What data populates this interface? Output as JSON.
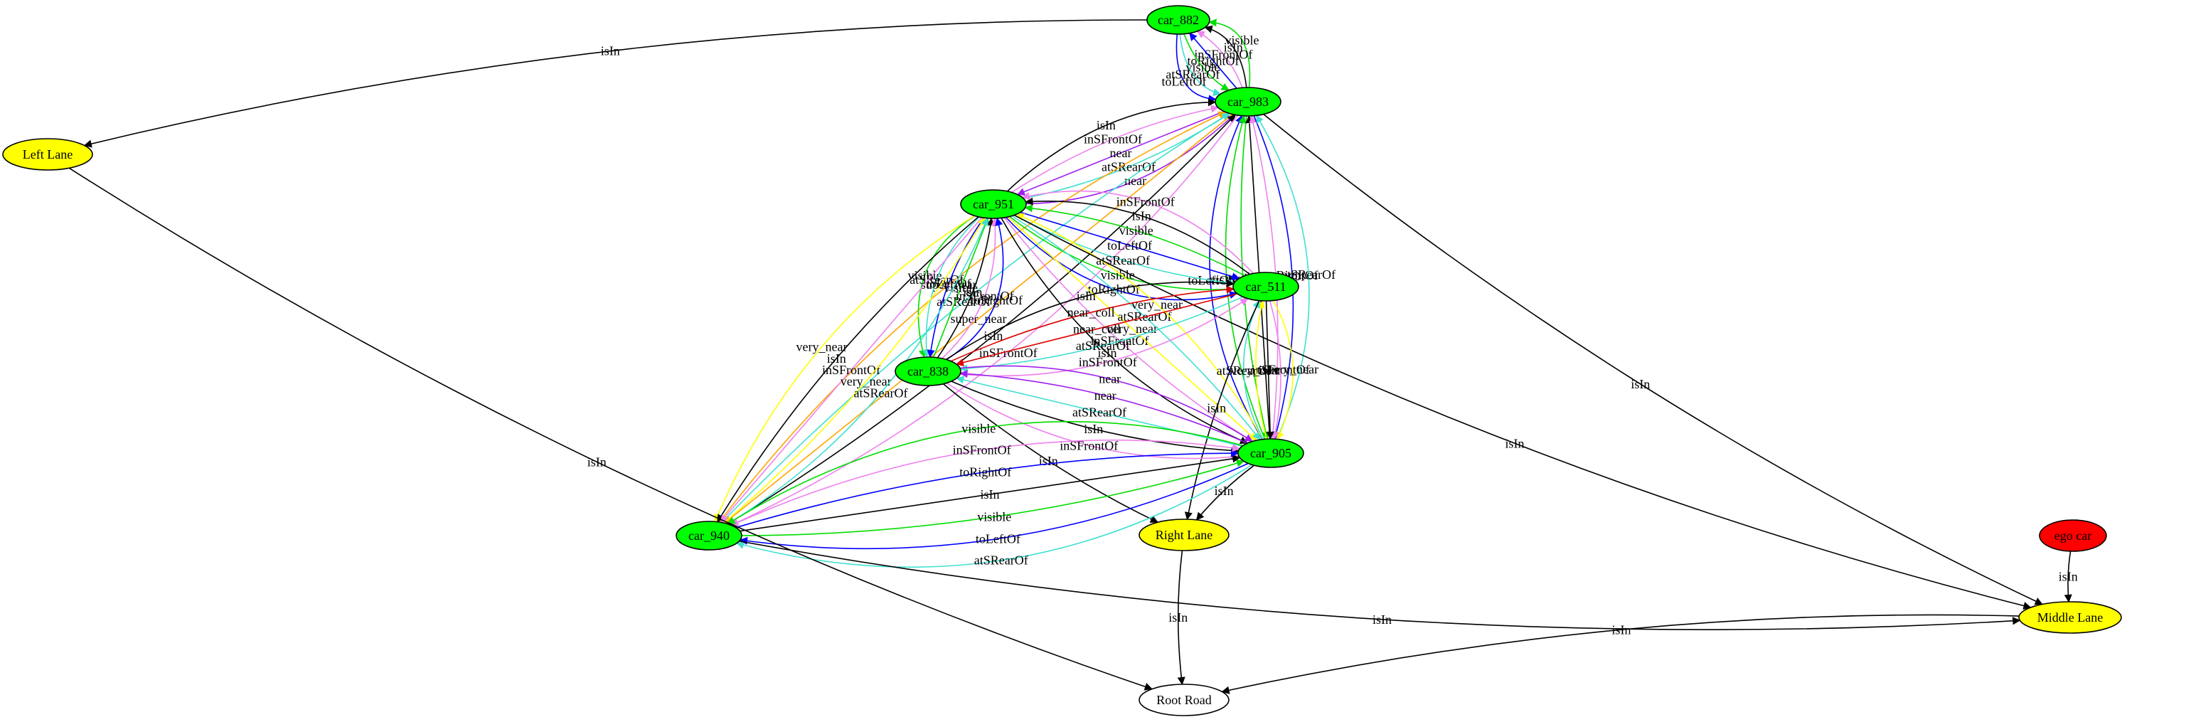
{
  "nodes": [
    {
      "id": "car_882",
      "label": "car_882",
      "fill": "#00ff00",
      "text": "#000000"
    },
    {
      "id": "car_983",
      "label": "car_983",
      "fill": "#00ff00",
      "text": "#000000"
    },
    {
      "id": "car_951",
      "label": "car_951",
      "fill": "#00ff00",
      "text": "#000000"
    },
    {
      "id": "car_511",
      "label": "car_511",
      "fill": "#00ff00",
      "text": "#000000"
    },
    {
      "id": "car_838",
      "label": "car_838",
      "fill": "#00ff00",
      "text": "#000000"
    },
    {
      "id": "car_905",
      "label": "car_905",
      "fill": "#00ff00",
      "text": "#000000"
    },
    {
      "id": "car_940",
      "label": "car_940",
      "fill": "#00ff00",
      "text": "#000000"
    },
    {
      "id": "left_lane",
      "label": "Left Lane",
      "fill": "#ffff00",
      "text": "#000000"
    },
    {
      "id": "right_lane",
      "label": "Right Lane",
      "fill": "#ffff00",
      "text": "#000000"
    },
    {
      "id": "middle_lane",
      "label": "Middle Lane",
      "fill": "#ffff00",
      "text": "#000000"
    },
    {
      "id": "ego_car",
      "label": "ego car",
      "fill": "#ff0000",
      "text": "#000000"
    },
    {
      "id": "root_road",
      "label": "Root Road",
      "fill": "#ffffff",
      "text": "#000000"
    }
  ],
  "edges": [
    {
      "from": "car_983",
      "to": "car_882",
      "label": "visible",
      "color": "#00dd00"
    },
    {
      "from": "car_983",
      "to": "car_882",
      "label": "isIn",
      "color": "#000000"
    },
    {
      "from": "car_983",
      "to": "car_882",
      "label": "inSFrontOf",
      "color": "#ee82ee"
    },
    {
      "from": "car_983",
      "to": "car_882",
      "label": "toRightOf",
      "color": "#0000ff"
    },
    {
      "from": "car_882",
      "to": "car_983",
      "label": "visible",
      "color": "#00dd00"
    },
    {
      "from": "car_882",
      "to": "car_983",
      "label": "atSRearOf",
      "color": "#40e0d0"
    },
    {
      "from": "car_882",
      "to": "car_983",
      "label": "toLeftOf",
      "color": "#0000ff"
    },
    {
      "from": "car_882",
      "to": "left_lane",
      "label": "isIn",
      "color": "#000000"
    },
    {
      "from": "car_951",
      "to": "car_983",
      "label": "isIn",
      "color": "#000000"
    },
    {
      "from": "car_951",
      "to": "car_983",
      "label": "inSFrontOf",
      "color": "#ee82ee"
    },
    {
      "from": "car_983",
      "to": "car_951",
      "label": "near",
      "color": "#a020f0"
    },
    {
      "from": "car_951",
      "to": "car_983",
      "label": "atSRearOf",
      "color": "#40e0d0"
    },
    {
      "from": "car_951",
      "to": "car_983",
      "label": "near",
      "color": "#a020f0"
    },
    {
      "from": "car_940",
      "to": "car_983",
      "label": "super_near",
      "color": "#ffa500"
    },
    {
      "from": "car_940",
      "to": "car_983",
      "label": "atSRearOf",
      "color": "#40e0d0"
    },
    {
      "from": "car_983",
      "to": "car_940",
      "label": "super_near",
      "color": "#ffa500"
    },
    {
      "from": "car_940",
      "to": "car_983",
      "label": "isIn",
      "color": "#000000"
    },
    {
      "from": "car_905",
      "to": "car_983",
      "label": "toLeftOf",
      "color": "#0000ff"
    },
    {
      "from": "car_905",
      "to": "car_983",
      "label": "visible",
      "color": "#00dd00"
    },
    {
      "from": "car_983",
      "to": "car_905",
      "label": "visible",
      "color": "#00dd00"
    },
    {
      "from": "car_905",
      "to": "car_983",
      "label": "isIn",
      "color": "#000000"
    },
    {
      "from": "car_905",
      "to": "car_983",
      "label": "inSFrontOf",
      "color": "#ee82ee"
    },
    {
      "from": "car_983",
      "to": "car_905",
      "label": "toRightOf",
      "color": "#0000ff"
    },
    {
      "from": "car_905",
      "to": "car_983",
      "label": "atSRearOf",
      "color": "#40e0d0"
    },
    {
      "from": "car_983",
      "to": "car_940",
      "label": "inSFrontOf",
      "color": "#ee82ee"
    },
    {
      "from": "car_983",
      "to": "middle_lane",
      "label": "isIn",
      "color": "#000000"
    },
    {
      "from": "car_951",
      "to": "car_511",
      "label": "toRightOf",
      "color": "#0000ff"
    },
    {
      "from": "car_951",
      "to": "car_511",
      "label": "visible",
      "color": "#00dd00"
    },
    {
      "from": "car_951",
      "to": "car_511",
      "label": "atSRearOf",
      "color": "#40e0d0"
    },
    {
      "from": "car_951",
      "to": "car_511",
      "label": "toLeftOf",
      "color": "#0000ff"
    },
    {
      "from": "car_511",
      "to": "car_951",
      "label": "visible",
      "color": "#00dd00"
    },
    {
      "from": "car_511",
      "to": "car_951",
      "label": "isIn",
      "color": "#000000"
    },
    {
      "from": "car_511",
      "to": "car_951",
      "label": "inSFrontOf",
      "color": "#ee82ee"
    },
    {
      "from": "car_951",
      "to": "car_838",
      "label": "visible",
      "color": "#00dd00"
    },
    {
      "from": "car_951",
      "to": "car_838",
      "label": "atSRearOf",
      "color": "#40e0d0"
    },
    {
      "from": "car_951",
      "to": "car_838",
      "label": "toLeftOf",
      "color": "#0000ff"
    },
    {
      "from": "car_838",
      "to": "car_951",
      "label": "visible",
      "color": "#00dd00"
    },
    {
      "from": "car_838",
      "to": "car_951",
      "label": "isIn",
      "color": "#000000"
    },
    {
      "from": "car_838",
      "to": "car_951",
      "label": "inSFrontOf",
      "color": "#ee82ee"
    },
    {
      "from": "car_838",
      "to": "car_951",
      "label": "toRightOf",
      "color": "#0000ff"
    },
    {
      "from": "car_951",
      "to": "car_905",
      "label": "isIn",
      "color": "#000000"
    },
    {
      "from": "car_951",
      "to": "car_905",
      "label": "inSFrontOf",
      "color": "#ee82ee"
    },
    {
      "from": "car_951",
      "to": "car_940",
      "label": "very_near",
      "color": "#ffff00"
    },
    {
      "from": "car_951",
      "to": "car_940",
      "label": "isIn",
      "color": "#000000"
    },
    {
      "from": "car_951",
      "to": "car_940",
      "label": "inSFrontOf",
      "color": "#ee82ee"
    },
    {
      "from": "car_940",
      "to": "car_951",
      "label": "very_near",
      "color": "#ffff00"
    },
    {
      "from": "car_940",
      "to": "car_951",
      "label": "atSRearOf",
      "color": "#40e0d0"
    },
    {
      "from": "car_951",
      "to": "car_905",
      "label": "very_near",
      "color": "#ffff00"
    },
    {
      "from": "car_951",
      "to": "car_905",
      "label": "atSRearOf",
      "color": "#40e0d0"
    },
    {
      "from": "car_905",
      "to": "car_951",
      "label": "very_near",
      "color": "#ffff00"
    },
    {
      "from": "car_951",
      "to": "middle_lane",
      "label": "isIn",
      "color": "#000000"
    },
    {
      "from": "car_838",
      "to": "car_511",
      "label": "inSFrontOf",
      "color": "#ee82ee"
    },
    {
      "from": "car_511",
      "to": "car_838",
      "label": "atSRearOf",
      "color": "#40e0d0"
    },
    {
      "from": "car_511",
      "to": "car_838",
      "label": "near_coll",
      "color": "#dd0000"
    },
    {
      "from": "car_838",
      "to": "car_511",
      "label": "near_coll",
      "color": "#dd0000"
    },
    {
      "from": "car_838",
      "to": "car_511",
      "label": "isIn",
      "color": "#000000"
    },
    {
      "from": "car_511",
      "to": "car_905",
      "label": "very_near",
      "color": "#ffff00"
    },
    {
      "from": "car_511",
      "to": "car_905",
      "label": "inSFrontOf",
      "color": "#ee82ee"
    },
    {
      "from": "car_511",
      "to": "car_905",
      "label": "isIn",
      "color": "#000000"
    },
    {
      "from": "car_905",
      "to": "car_511",
      "label": "very_near",
      "color": "#ffff00"
    },
    {
      "from": "car_905",
      "to": "car_511",
      "label": "atSRearOf",
      "color": "#40e0d0"
    },
    {
      "from": "car_511",
      "to": "right_lane",
      "label": "isIn",
      "color": "#000000"
    },
    {
      "from": "car_838",
      "to": "car_905",
      "label": "near",
      "color": "#a020f0"
    },
    {
      "from": "car_905",
      "to": "car_838",
      "label": "near",
      "color": "#a020f0"
    },
    {
      "from": "car_905",
      "to": "car_838",
      "label": "atSRearOf",
      "color": "#40e0d0"
    },
    {
      "from": "car_838",
      "to": "car_905",
      "label": "isIn",
      "color": "#000000"
    },
    {
      "from": "car_838",
      "to": "car_905",
      "label": "inSFrontOf",
      "color": "#ee82ee"
    },
    {
      "from": "car_838",
      "to": "right_lane",
      "label": "isIn",
      "color": "#000000"
    },
    {
      "from": "car_905",
      "to": "car_940",
      "label": "atSRearOf",
      "color": "#40e0d0"
    },
    {
      "from": "car_905",
      "to": "car_940",
      "label": "toLeftOf",
      "color": "#0000ff"
    },
    {
      "from": "car_940",
      "to": "car_905",
      "label": "visible",
      "color": "#00dd00"
    },
    {
      "from": "car_940",
      "to": "car_905",
      "label": "isIn",
      "color": "#000000"
    },
    {
      "from": "car_940",
      "to": "car_905",
      "label": "toRightOf",
      "color": "#0000ff"
    },
    {
      "from": "car_940",
      "to": "car_905",
      "label": "inSFrontOf",
      "color": "#ee82ee"
    },
    {
      "from": "car_905",
      "to": "car_940",
      "label": "visible",
      "color": "#00dd00"
    },
    {
      "from": "car_905",
      "to": "right_lane",
      "label": "isIn",
      "color": "#000000"
    },
    {
      "from": "car_940",
      "to": "middle_lane",
      "label": "isIn",
      "color": "#000000"
    },
    {
      "from": "ego_car",
      "to": "middle_lane",
      "label": "isIn",
      "color": "#000000"
    },
    {
      "from": "left_lane",
      "to": "root_road",
      "label": "isIn",
      "color": "#000000"
    },
    {
      "from": "right_lane",
      "to": "root_road",
      "label": "isIn",
      "color": "#000000"
    },
    {
      "from": "middle_lane",
      "to": "root_road",
      "label": "isIn",
      "color": "#000000"
    }
  ]
}
